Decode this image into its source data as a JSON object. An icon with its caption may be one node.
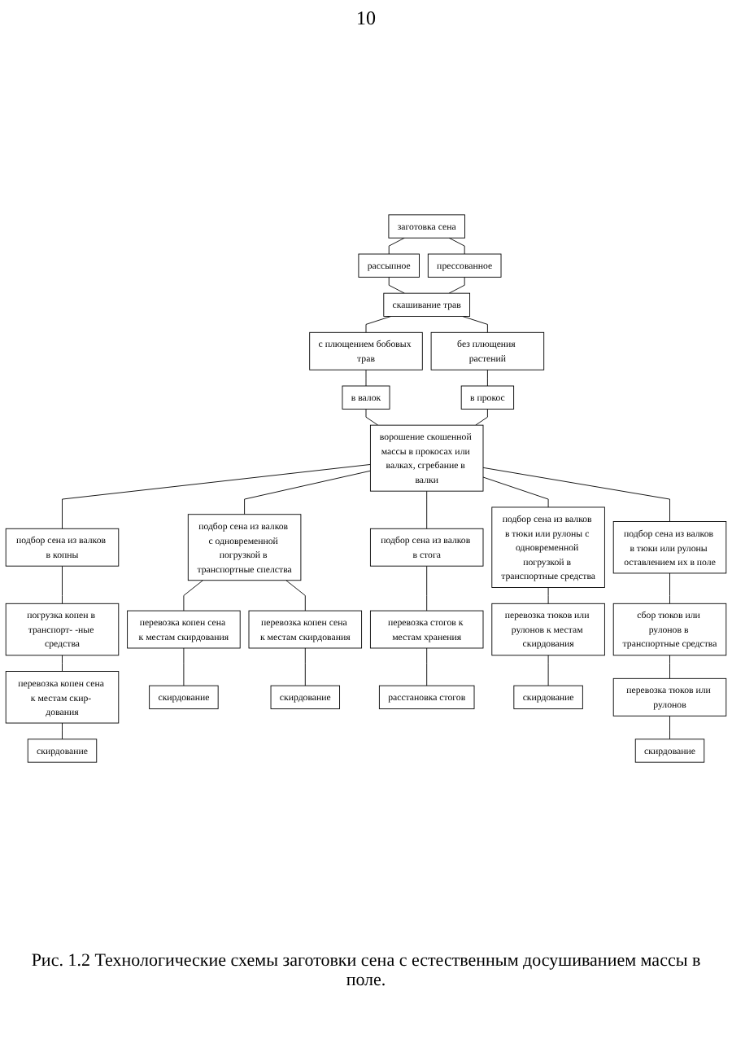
{
  "diagram": {
    "caption": "Рис. 1.2 Технологические схемы заготовки сена с естественным досушиванием массы в поле.",
    "nodes": [
      {
        "text": [
          "заготовка сена"
        ]
      },
      {
        "text": [
          "рассыпное"
        ]
      },
      {
        "text": [
          "прессованное"
        ]
      },
      {
        "text": [
          "скашивание трав"
        ]
      },
      {
        "text": [
          "с плющением бобовых трав"
        ]
      },
      {
        "text": [
          "без плющения растений"
        ]
      },
      {
        "text": [
          "в валок"
        ]
      },
      {
        "text": [
          "в прокос"
        ]
      },
      {
        "text": [
          "ворошение скошенной массы в прокосах или валках, сгребание в валки"
        ]
      },
      {
        "text": [
          "подбор сена из валков в копны"
        ]
      },
      {
        "text": [
          "подбор сена из валков с одновременной погрузкой в транспортные спелства"
        ]
      },
      {
        "text": [
          "подбор сена из валков в стога"
        ]
      },
      {
        "text": [
          "подбор сена из валков в тюки или рулоны с одновременной погрузкой в транспортные средства"
        ]
      },
      {
        "text": [
          "подбор сена из валков в тюки или рулоны оставлением их в поле"
        ]
      },
      {
        "text": [
          "погрузка копен в транспорт- -ные средства"
        ]
      },
      {
        "text": [
          "перевозка копен сена к местам скир- дования"
        ]
      },
      {
        "text": [
          "скирдование"
        ]
      },
      {
        "text": [
          "перевозка копен сена к местам скирдования"
        ]
      },
      {
        "text": [
          "перевозка копен сена к местам скирдования"
        ]
      },
      {
        "text": [
          "скирдование"
        ]
      },
      {
        "text": [
          "скирдование"
        ]
      },
      {
        "text": [
          "перевозка стогов к местам хранения"
        ]
      },
      {
        "text": [
          "перевозка тюков или рулонов к местам скирдования"
        ]
      },
      {
        "text": [
          "расстановка стогов"
        ]
      },
      {
        "text": [
          "скирдование"
        ]
      },
      {
        "text": [
          "сбор тюков или рулонов в транспортные средства"
        ]
      },
      {
        "text": [
          "перевозка тюков или рулонов"
        ]
      },
      {
        "text": [
          "скирдование"
        ]
      }
    ],
    "edges": [
      {
        "from": 0,
        "to": 1,
        "arrow": "none"
      },
      {
        "from": 0,
        "to": 2,
        "arrow": "none"
      },
      {
        "from": 1,
        "to": 3,
        "arrow": "none"
      },
      {
        "from": 2,
        "to": 3,
        "arrow": "none"
      },
      {
        "from": 3,
        "to": 4,
        "arrow": "none"
      },
      {
        "from": 3,
        "to": 5,
        "arrow": "none"
      },
      {
        "from": 4,
        "to": 6,
        "arrow": "none"
      },
      {
        "from": 5,
        "to": 7,
        "arrow": "none"
      },
      {
        "from": 6,
        "to": 8,
        "arrow": "none"
      },
      {
        "from": 7,
        "to": 8,
        "arrow": "none"
      },
      {
        "from": 8,
        "to": 9,
        "arrow": "none"
      },
      {
        "from": 8,
        "to": 10,
        "arrow": "none"
      },
      {
        "from": 8,
        "to": 11,
        "arrow": "none"
      },
      {
        "from": 8,
        "to": 12,
        "arrow": "none"
      },
      {
        "from": 8,
        "to": 13,
        "arrow": "none"
      },
      {
        "from": 9,
        "to": 14,
        "arrow": "none"
      },
      {
        "from": 14,
        "to": 15,
        "arrow": "none"
      },
      {
        "from": 15,
        "to": 16,
        "arrow": "none"
      },
      {
        "from": 10,
        "to": 17,
        "arrow": "none"
      },
      {
        "from": 10,
        "to": 18,
        "arrow": "none"
      },
      {
        "from": 17,
        "to": 19,
        "arrow": "none"
      },
      {
        "from": 18,
        "to": 20,
        "arrow": "none"
      },
      {
        "from": 11,
        "to": 21,
        "arrow": "none"
      },
      {
        "from": 21,
        "to": 23,
        "arrow": "none"
      },
      {
        "from": 12,
        "to": 22,
        "arrow": "none"
      },
      {
        "from": 22,
        "to": 24,
        "arrow": "none"
      },
      {
        "from": 13,
        "to": 25,
        "arrow": "none"
      },
      {
        "from": 25,
        "to": 26,
        "arrow": "none"
      },
      {
        "from": 26,
        "to": 27,
        "arrow": "none"
      }
    ],
    "labels": [
      "10"
    ]
  }
}
